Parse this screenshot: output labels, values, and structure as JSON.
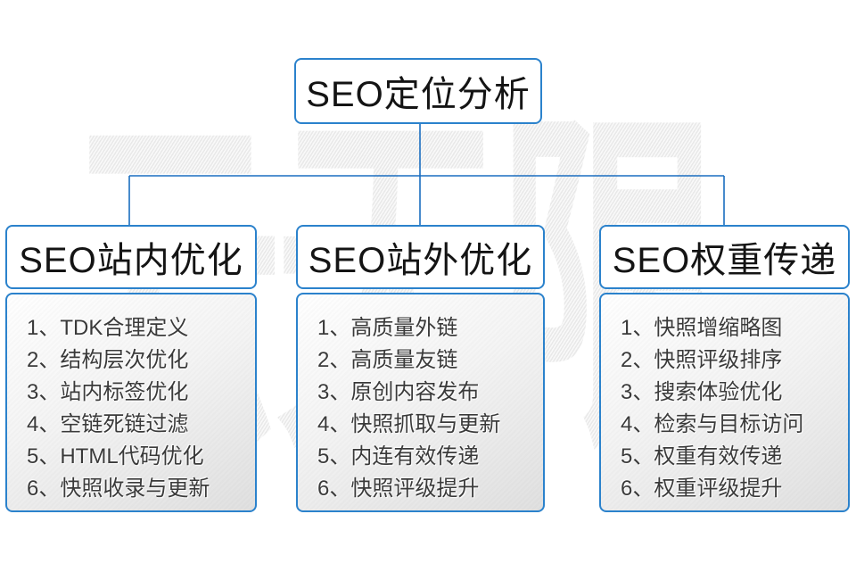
{
  "watermark": {
    "text": "云无限"
  },
  "root": {
    "title": "SEO定位分析"
  },
  "columns": [
    {
      "title": "SEO站内优化",
      "items": [
        "1、TDK合理定义",
        "2、结构层次优化",
        "3、站内标签优化",
        "4、空链死链过滤",
        "5、HTML代码优化",
        "6、快照收录与更新"
      ]
    },
    {
      "title": "SEO站外优化",
      "items": [
        "1、高质量外链",
        "2、高质量友链",
        "3、原创内容发布",
        "4、快照抓取与更新",
        "5、内连有效传递",
        "6、快照评级提升"
      ]
    },
    {
      "title": "SEO权重传递",
      "items": [
        "1、快照增缩略图",
        "2、快照评级排序",
        "3、搜索体验优化",
        "4、检索与目标访问",
        "5、权重有效传递",
        "6、权重评级提升"
      ]
    }
  ],
  "colors": {
    "box_border": "#2b82cc",
    "connector": "#1a6ec0",
    "header_text": "#141414",
    "item_text": "#3a3a3a",
    "panel_gradient_top": "#ffffff",
    "panel_gradient_bottom": "#e0e0e0",
    "watermark_gray": "#ededed"
  }
}
